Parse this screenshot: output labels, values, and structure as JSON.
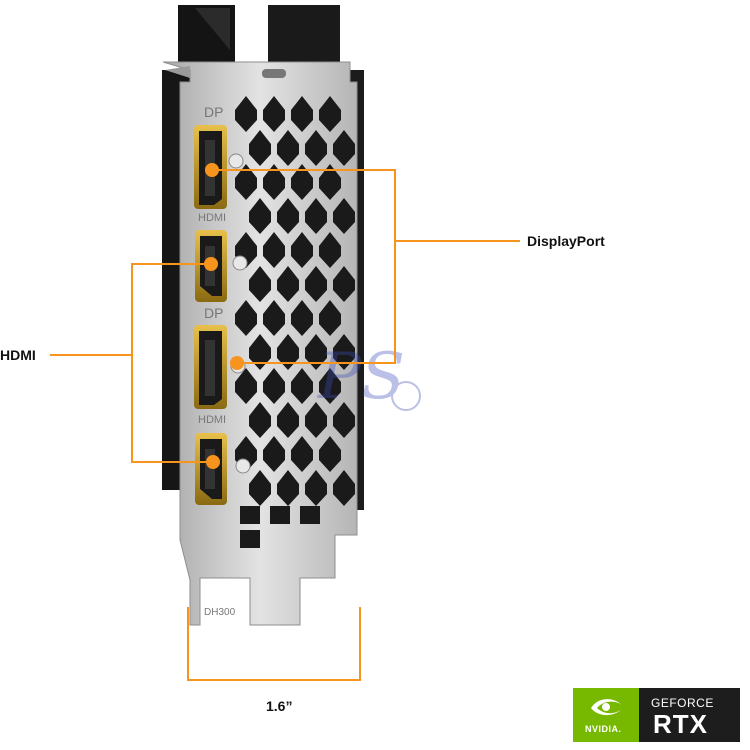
{
  "labels": {
    "displayport": "DisplayPort",
    "hdmi": "HDMI",
    "width": "1.6”"
  },
  "bracket": {
    "port_stamps": [
      "DP",
      "HDMI",
      "DP",
      "HDMI"
    ],
    "model_stamp": "DH300"
  },
  "watermark": {
    "text": "PS"
  },
  "badge": {
    "brand": "NVIDIA.",
    "line1": "GEFORCE",
    "line2": "RTX"
  },
  "colors": {
    "accent": "#f7941d",
    "bracket": "#c9c9c9",
    "nvidia_green": "#76b900"
  }
}
